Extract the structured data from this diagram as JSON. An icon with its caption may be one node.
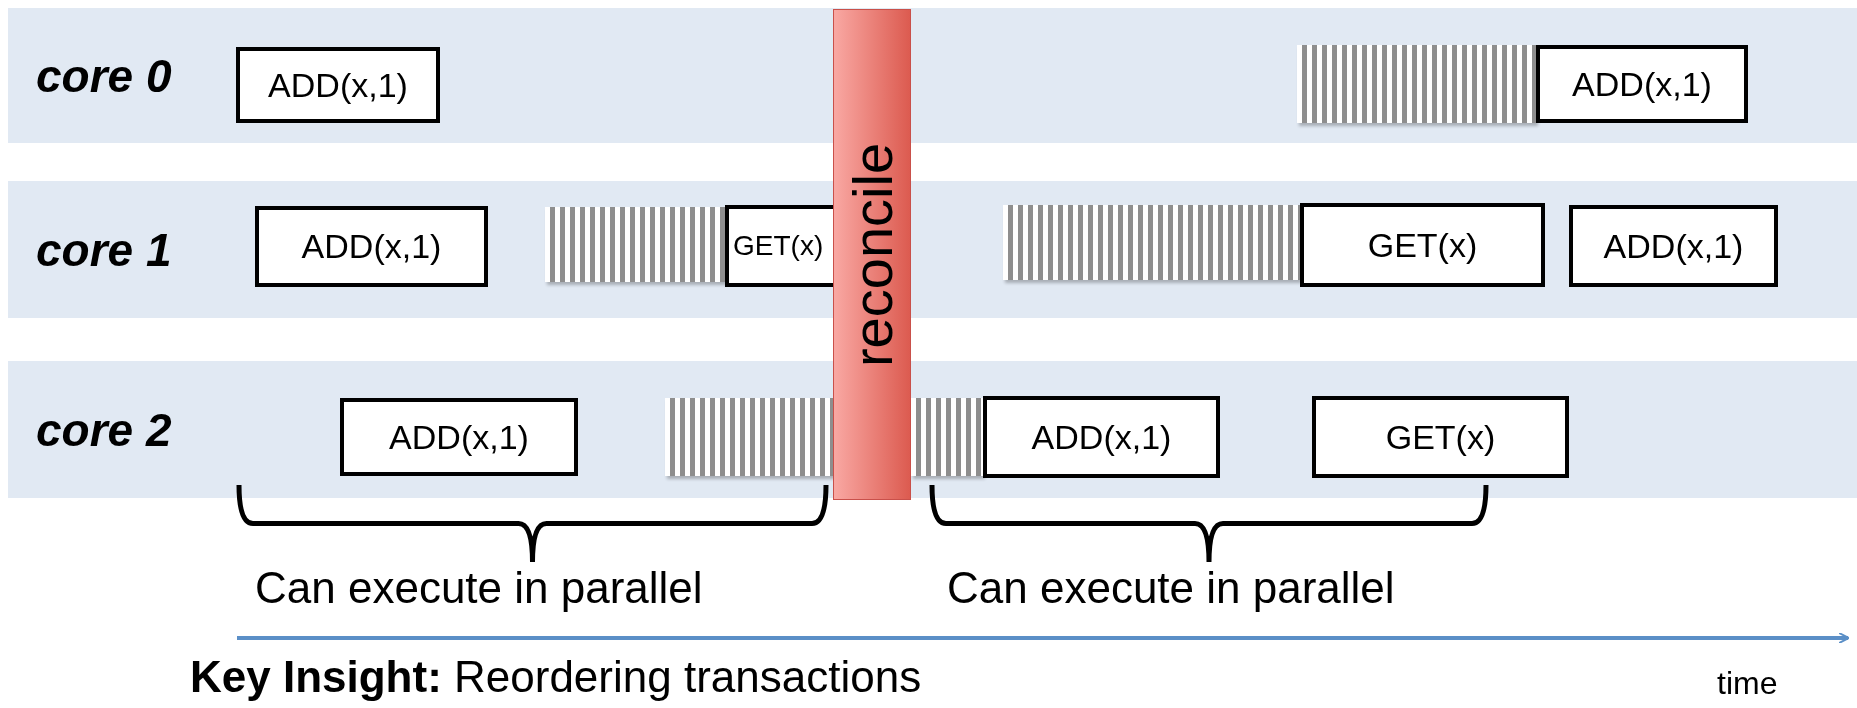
{
  "diagram": {
    "nodes": [
      {
        "text": [
          "core 0"
        ]
      },
      {
        "text": [
          "ADD(x,1)"
        ],
        "in": 0
      },
      {
        "text": [],
        "shape": "bar",
        "in": 0
      },
      {
        "text": [
          "ADD(x,1)"
        ],
        "in": 0
      },
      {
        "text": [
          "core 1"
        ]
      },
      {
        "text": [
          "ADD(x,1)"
        ],
        "in": 4
      },
      {
        "text": [],
        "shape": "bar",
        "in": 4
      },
      {
        "text": [
          "GET(x)"
        ],
        "in": 4
      },
      {
        "text": [],
        "shape": "bar",
        "in": 4
      },
      {
        "text": [
          "GET(x)"
        ],
        "in": 4
      },
      {
        "text": [
          "ADD(x,1)"
        ],
        "in": 4
      },
      {
        "text": [
          "core 2"
        ]
      },
      {
        "text": [
          "ADD(x,1)"
        ],
        "in": 11
      },
      {
        "text": [],
        "shape": "bar",
        "in": 11
      },
      {
        "text": [],
        "shape": "bar",
        "in": 11
      },
      {
        "text": [
          "ADD(x,1)"
        ],
        "in": 11
      },
      {
        "text": [
          "GET(x)"
        ],
        "in": 11
      },
      {
        "text": [
          "reconcile"
        ]
      }
    ],
    "labels": [
      "Can execute in parallel",
      "Can execute in parallel",
      "time",
      "**Key Insight:** Reordering transactions"
    ]
  }
}
